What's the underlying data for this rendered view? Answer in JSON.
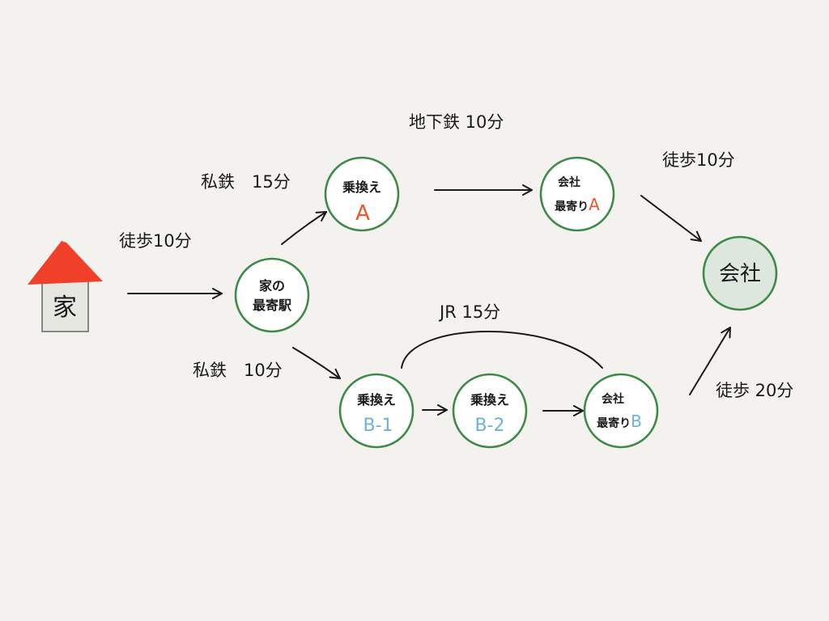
{
  "nodes": {
    "home": {
      "label": "家"
    },
    "home_station": {
      "line1": "家の",
      "line2": "最寄駅"
    },
    "transfer_a": {
      "line1": "乗換え",
      "line2": "A"
    },
    "office_nearest_a": {
      "line1": "会社",
      "line2": "最寄り",
      "suffix": "A"
    },
    "office": {
      "label": "会社"
    },
    "transfer_b1": {
      "line1": "乗換え",
      "line2": "B-1"
    },
    "transfer_b2": {
      "line1": "乗換え",
      "line2": "B-2"
    },
    "office_nearest_b": {
      "line1": "会社",
      "line2": "最寄り",
      "suffix": "B"
    }
  },
  "edges": {
    "home_to_station": "徒歩10分",
    "station_to_a": "私鉄　15分",
    "a_to_nearest_a": "地下鉄 10分",
    "nearest_a_to_office": "徒歩10分",
    "station_to_b1": "私鉄　10分",
    "b1_to_nearest_b_jr": "JR 15分",
    "nearest_b_to_office": "徒歩 20分"
  },
  "colors": {
    "node_border": "#3f8a47",
    "goal_fill": "#dde7dd",
    "roof": "#f0402a",
    "accent_a": "#f0542e",
    "accent_b": "#6fb1d6"
  }
}
